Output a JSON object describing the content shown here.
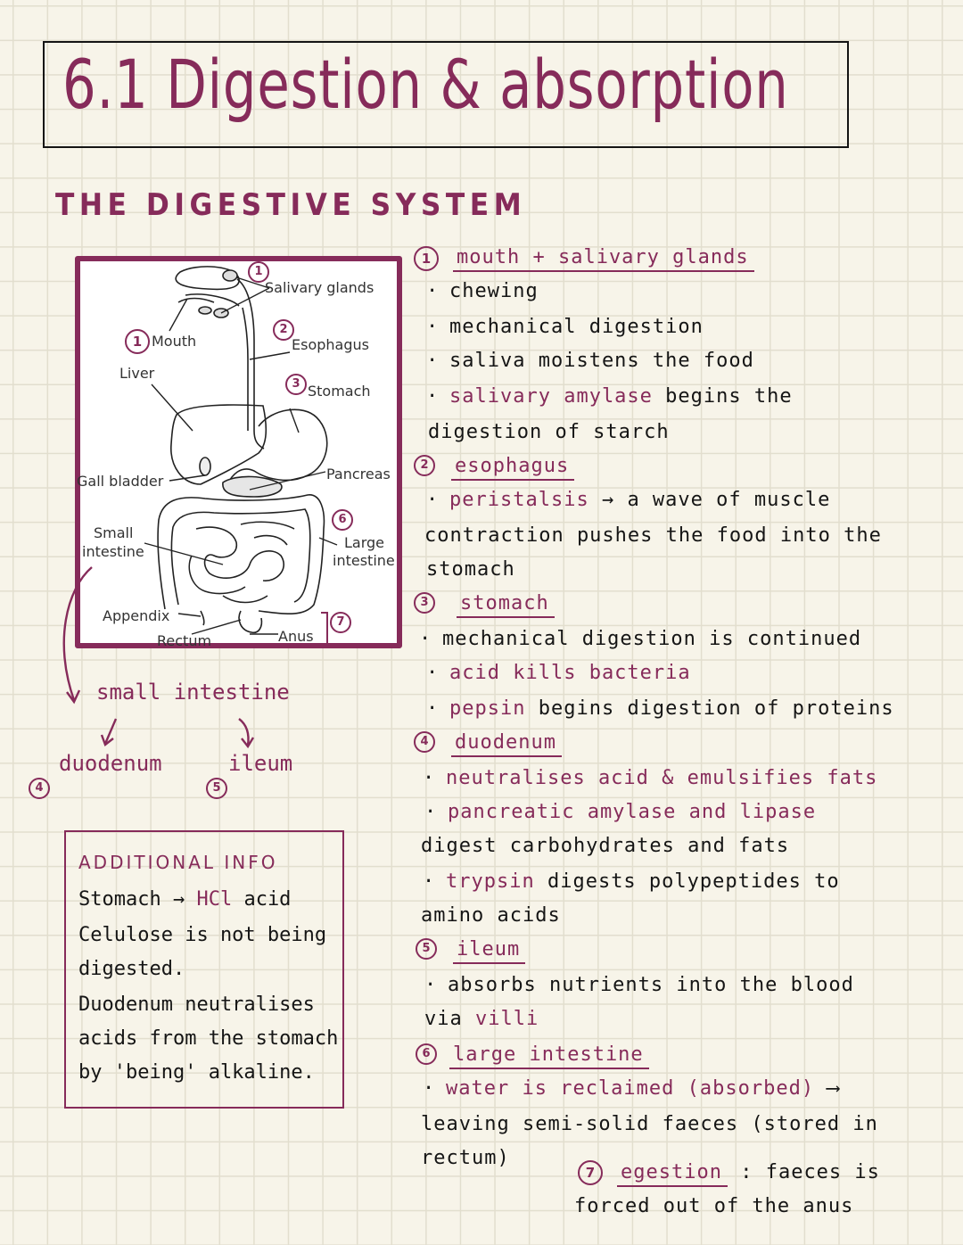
{
  "page": {
    "title": "6.1  Digestion & absorption",
    "section_heading": "THE DIGESTIVE SYSTEM",
    "colors": {
      "accent": "#862b5a",
      "ink": "#151515",
      "paper": "#f7f4e9",
      "grid": "#e2dece"
    }
  },
  "diagram": {
    "labels": {
      "salivary_glands": "Salivary glands",
      "mouth": "Mouth",
      "esophagus": "Esophagus",
      "liver": "Liver",
      "stomach": "Stomach",
      "gall_bladder": "Gall bladder",
      "pancreas": "Pancreas",
      "small_intestine_1": "Small",
      "small_intestine_2": "intestine",
      "large_intestine_1": "Large",
      "large_intestine_2": "intestine",
      "appendix": "Appendix",
      "rectum": "Rectum",
      "anus": "Anus"
    },
    "markers": {
      "salivary": "1",
      "mouth": "1",
      "esophagus": "2",
      "stomach": "3",
      "large_intestine": "6",
      "anus": "7"
    }
  },
  "small_intestine_tree": {
    "root": "small intestine",
    "left": "duodenum",
    "left_marker": "4",
    "right": "ileum",
    "right_marker": "5"
  },
  "additional_info": {
    "title": "ADDITIONAL INFO",
    "lines": [
      {
        "pre": "Stomach → ",
        "highlight": "HCl",
        "post": " acid"
      },
      {
        "text": "Celulose is not being"
      },
      {
        "text": "digested."
      },
      {
        "text": "Duodenum neutralises"
      },
      {
        "text": "acids from the stomach"
      },
      {
        "text": "by 'being' alkaline."
      }
    ]
  },
  "notes": {
    "s1": {
      "marker": "1",
      "heading": "mouth + salivary glands",
      "b1": "chewing",
      "b2": "mechanical digestion",
      "b3": "saliva moistens the food",
      "b4_hl": "salivary amylase",
      "b4_rest": " begins the",
      "b4_cont": "digestion of starch"
    },
    "s2": {
      "marker": "2",
      "heading": "esophagus",
      "b1_hl": "peristalsis",
      "b1_rest": " → a wave of muscle",
      "b1_cont1": "contraction pushes the food into the",
      "b1_cont2": "stomach"
    },
    "s3": {
      "marker": "3",
      "heading": "stomach",
      "b1": "mechanical digestion is continued",
      "b2_hl": "acid kills bacteria",
      "b3_hl": "pepsin",
      "b3_rest": " begins digestion of proteins"
    },
    "s4": {
      "marker": "4",
      "heading": "duodenum",
      "b1_hl": "neutralises acid & emulsifies fats",
      "b2_hl": "pancreatic amylase and lipase",
      "b2_cont": "digest carbohydrates and fats",
      "b3_hl": "trypsin",
      "b3_rest": " digests polypeptides to",
      "b3_cont": "amino acids"
    },
    "s5": {
      "marker": "5",
      "heading": "ileum",
      "b1": "absorbs nutrients into the blood",
      "b1_cont_pre": "via ",
      "b1_cont_hl": "villi"
    },
    "s6": {
      "marker": "6",
      "heading": "large intestine",
      "b1_hl": "water is reclaimed (absorbed)",
      "b1_rest": " ⟶",
      "b1_cont1": "leaving  semi-solid faeces (stored in",
      "b1_cont2": "rectum)"
    },
    "s7": {
      "marker": "7",
      "heading": "egestion",
      "rest": " : faeces  is",
      "cont": "forced out of the  anus"
    }
  }
}
